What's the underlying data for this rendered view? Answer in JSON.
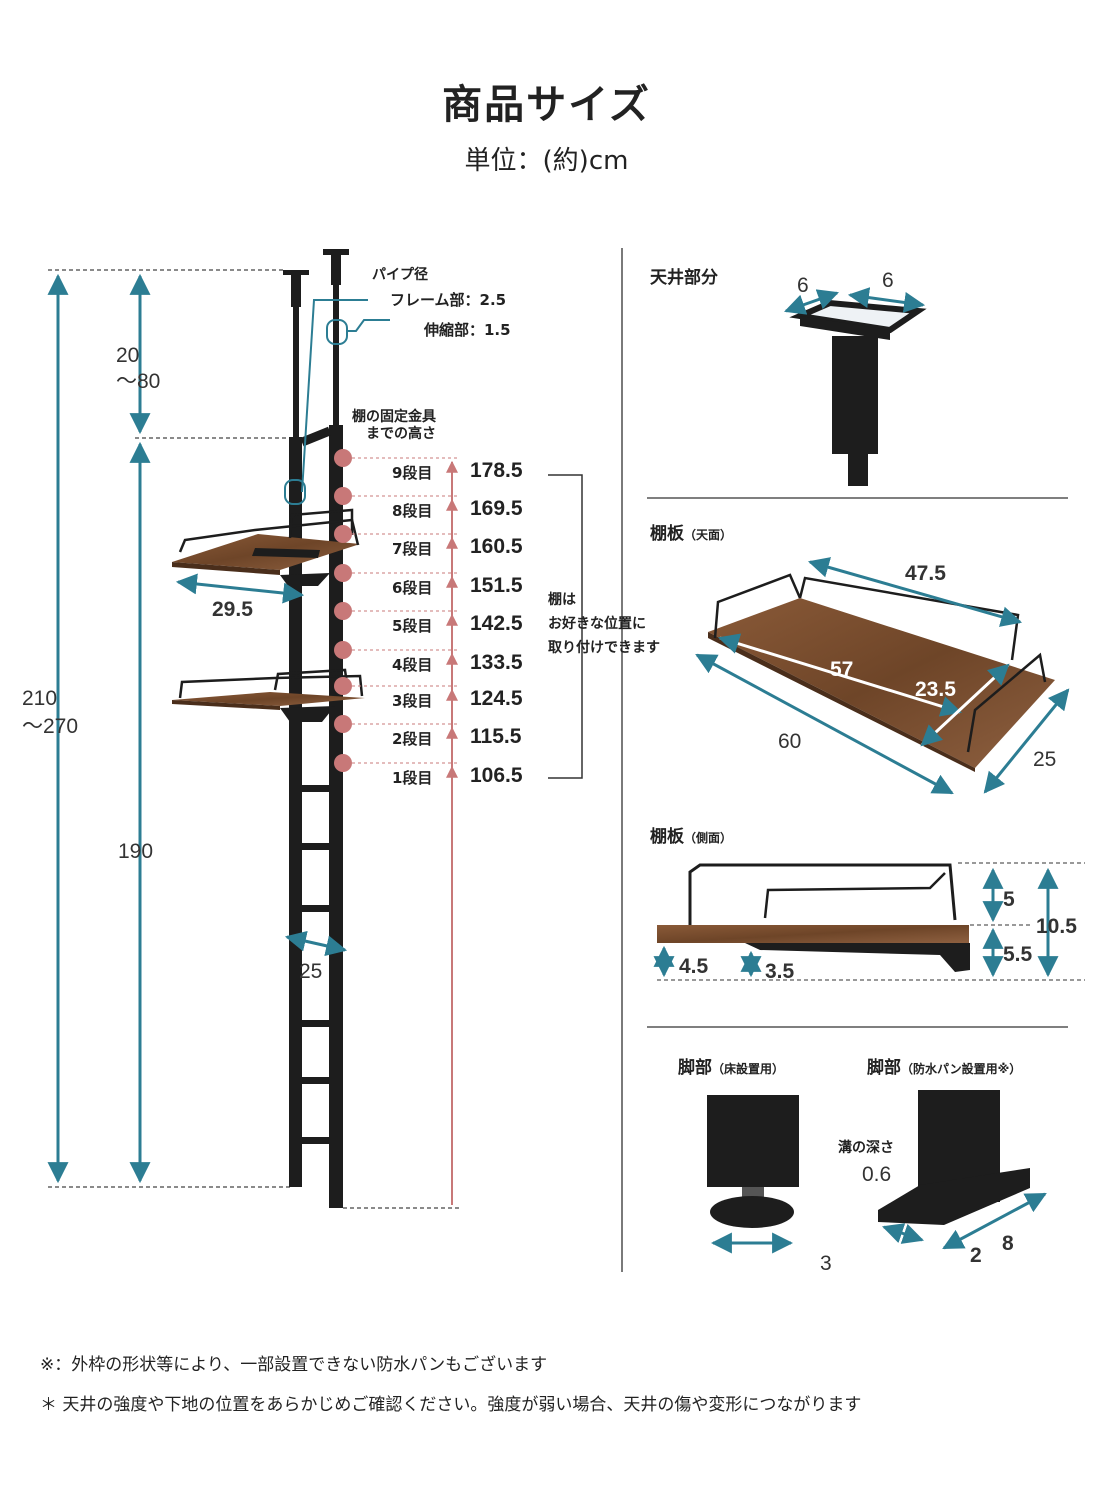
{
  "header": {
    "title": "商品サイズ",
    "unit": "単位：(約)cm"
  },
  "pole": {
    "total_height": "210\n〜270",
    "adjust_range": "20\n〜80",
    "frame_height": "190",
    "width": "25",
    "shelf_depth": "29.5",
    "pipe_title": "パイプ径",
    "frame_pipe": "フレーム部：2.5",
    "telescopic_pipe": "伸縮部：1.5",
    "bracket_height_title": "棚の固定金具\nまでの高さ",
    "shelf_note": "棚は\nお好きな位置に\n取り付けできます"
  },
  "steps": [
    {
      "label": "9段目",
      "value": "178.5"
    },
    {
      "label": "8段目",
      "value": "169.5"
    },
    {
      "label": "7段目",
      "value": "160.5"
    },
    {
      "label": "6段目",
      "value": "151.5"
    },
    {
      "label": "5段目",
      "value": "142.5"
    },
    {
      "label": "4段目",
      "value": "133.5"
    },
    {
      "label": "3段目",
      "value": "124.5"
    },
    {
      "label": "2段目",
      "value": "115.5"
    },
    {
      "label": "1段目",
      "value": "106.5"
    }
  ],
  "ceiling": {
    "title": "天井部分",
    "w": "6",
    "d": "6"
  },
  "shelf_top": {
    "title": "棚板",
    "sub": "（天面）",
    "rail_len": "47.5",
    "inner_len": "57",
    "inner_depth": "23.5",
    "length": "60",
    "depth": "25"
  },
  "shelf_side": {
    "title": "棚板",
    "sub": "（側面）",
    "rail_h": "5",
    "total_h": "10.5",
    "lower_h": "5.5",
    "board_h": "4.5",
    "bracket_h": "3.5"
  },
  "foot_floor": {
    "title": "脚部",
    "sub": "（床設置用）",
    "size": "3"
  },
  "foot_pan": {
    "title": "脚部",
    "sub": "（防水パン設置用※）",
    "groove_label": "溝の深さ",
    "groove": "0.6",
    "w": "2",
    "d": "8"
  },
  "notes": [
    "※：外枠の形状等により、一部設置できない防水パンもございます",
    "＊ 天井の強度や下地の位置をあらかじめご確認ください。強度が弱い場合、天井の傷や変形につながります"
  ],
  "colors": {
    "teal": "#2c7d93",
    "pink": "#c87878",
    "wood": "#7a4f32",
    "black": "#1d1d1d"
  }
}
